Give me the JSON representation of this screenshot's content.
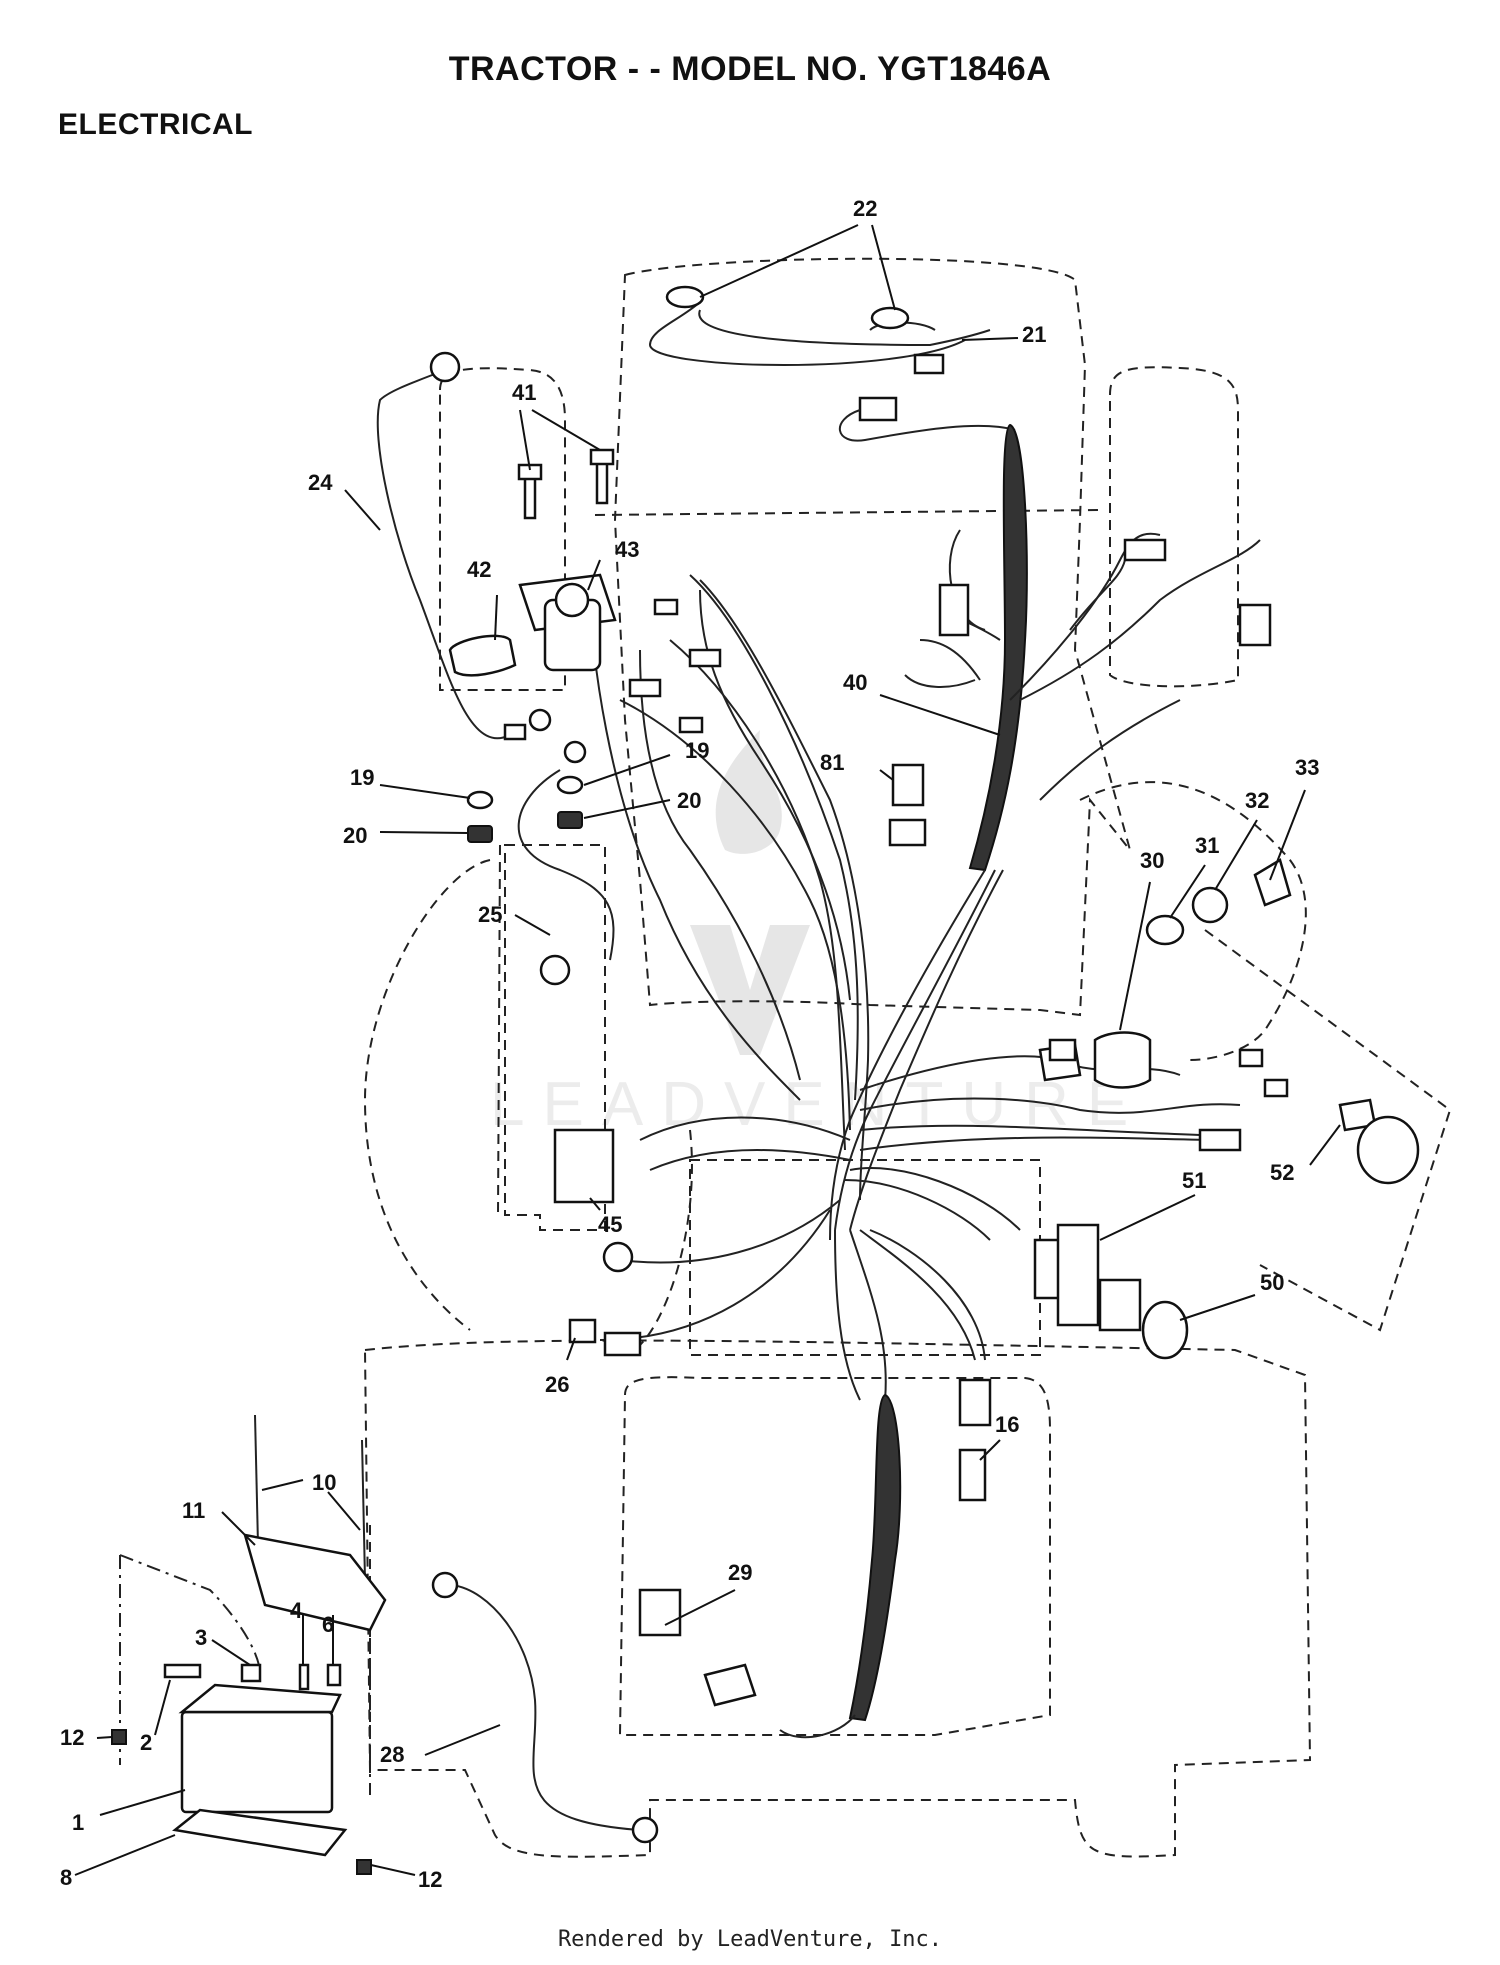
{
  "title": "TRACTOR - - MODEL NO. YGT1846A",
  "section": "ELECTRICAL",
  "footer": "Rendered by LeadVenture, Inc.",
  "watermark": "LEADVENTURE",
  "callouts": [
    {
      "id": "c22",
      "text": "22"
    },
    {
      "id": "c21",
      "text": "21"
    },
    {
      "id": "c41",
      "text": "41"
    },
    {
      "id": "c24",
      "text": "24"
    },
    {
      "id": "c43",
      "text": "43"
    },
    {
      "id": "c42",
      "text": "42"
    },
    {
      "id": "c40",
      "text": "40"
    },
    {
      "id": "c81",
      "text": "81"
    },
    {
      "id": "c19a",
      "text": "19"
    },
    {
      "id": "c19b",
      "text": "19"
    },
    {
      "id": "c20a",
      "text": "20"
    },
    {
      "id": "c20b",
      "text": "20"
    },
    {
      "id": "c33",
      "text": "33"
    },
    {
      "id": "c32",
      "text": "32"
    },
    {
      "id": "c31",
      "text": "31"
    },
    {
      "id": "c30",
      "text": "30"
    },
    {
      "id": "c25",
      "text": "25"
    },
    {
      "id": "c52",
      "text": "52"
    },
    {
      "id": "c51",
      "text": "51"
    },
    {
      "id": "c45",
      "text": "45"
    },
    {
      "id": "c50",
      "text": "50"
    },
    {
      "id": "c26",
      "text": "26"
    },
    {
      "id": "c16",
      "text": "16"
    },
    {
      "id": "c10",
      "text": "10"
    },
    {
      "id": "c11",
      "text": "11"
    },
    {
      "id": "c29",
      "text": "29"
    },
    {
      "id": "c3",
      "text": "3"
    },
    {
      "id": "c4",
      "text": "4"
    },
    {
      "id": "c6",
      "text": "6"
    },
    {
      "id": "c12a",
      "text": "12"
    },
    {
      "id": "c2",
      "text": "2"
    },
    {
      "id": "c28",
      "text": "28"
    },
    {
      "id": "c1",
      "text": "1"
    },
    {
      "id": "c8",
      "text": "8"
    },
    {
      "id": "c12b",
      "text": "12"
    }
  ]
}
